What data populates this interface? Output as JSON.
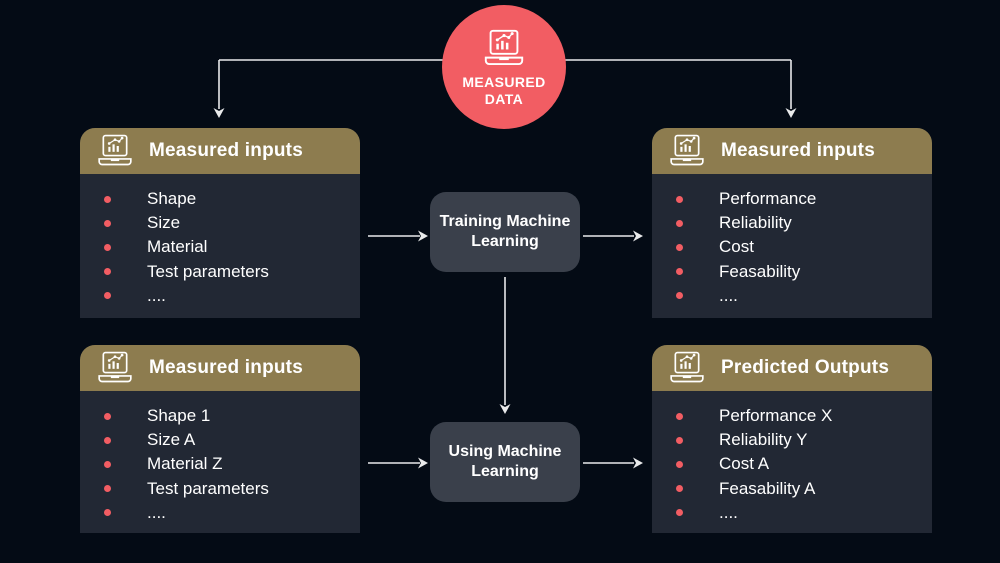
{
  "colors": {
    "background": "#040b15",
    "accent_red": "#f25d63",
    "header_gold": "#8d7c4f",
    "panel_body": "#222834",
    "ml_box": "#3a404b",
    "connector": "#e9eaeb",
    "text": "#ffffff"
  },
  "icons": {
    "hub": "laptop-chart-icon",
    "panel_header": "laptop-chart-icon"
  },
  "hub": {
    "line1": "MEASURED",
    "line2": "DATA"
  },
  "ml_boxes": {
    "training": {
      "line1": "Training Machine",
      "line2": "Learning"
    },
    "using": {
      "line1": "Using Machine",
      "line2": "Learning"
    }
  },
  "panels": [
    {
      "id": "top-left",
      "title": "Measured inputs",
      "items": [
        "Shape",
        "Size",
        "Material",
        "Test parameters",
        "...."
      ]
    },
    {
      "id": "top-right",
      "title": "Measured inputs",
      "items": [
        "Performance",
        "Reliability",
        "Cost",
        "Feasability",
        "...."
      ]
    },
    {
      "id": "bottom-left",
      "title": "Measured inputs",
      "items": [
        "Shape 1",
        "Size A",
        "Material Z",
        "Test parameters",
        "...."
      ]
    },
    {
      "id": "bottom-right",
      "title": "Predicted Outputs",
      "items": [
        "Performance X",
        "Reliability Y",
        "Cost A",
        "Feasability A",
        "...."
      ]
    }
  ]
}
